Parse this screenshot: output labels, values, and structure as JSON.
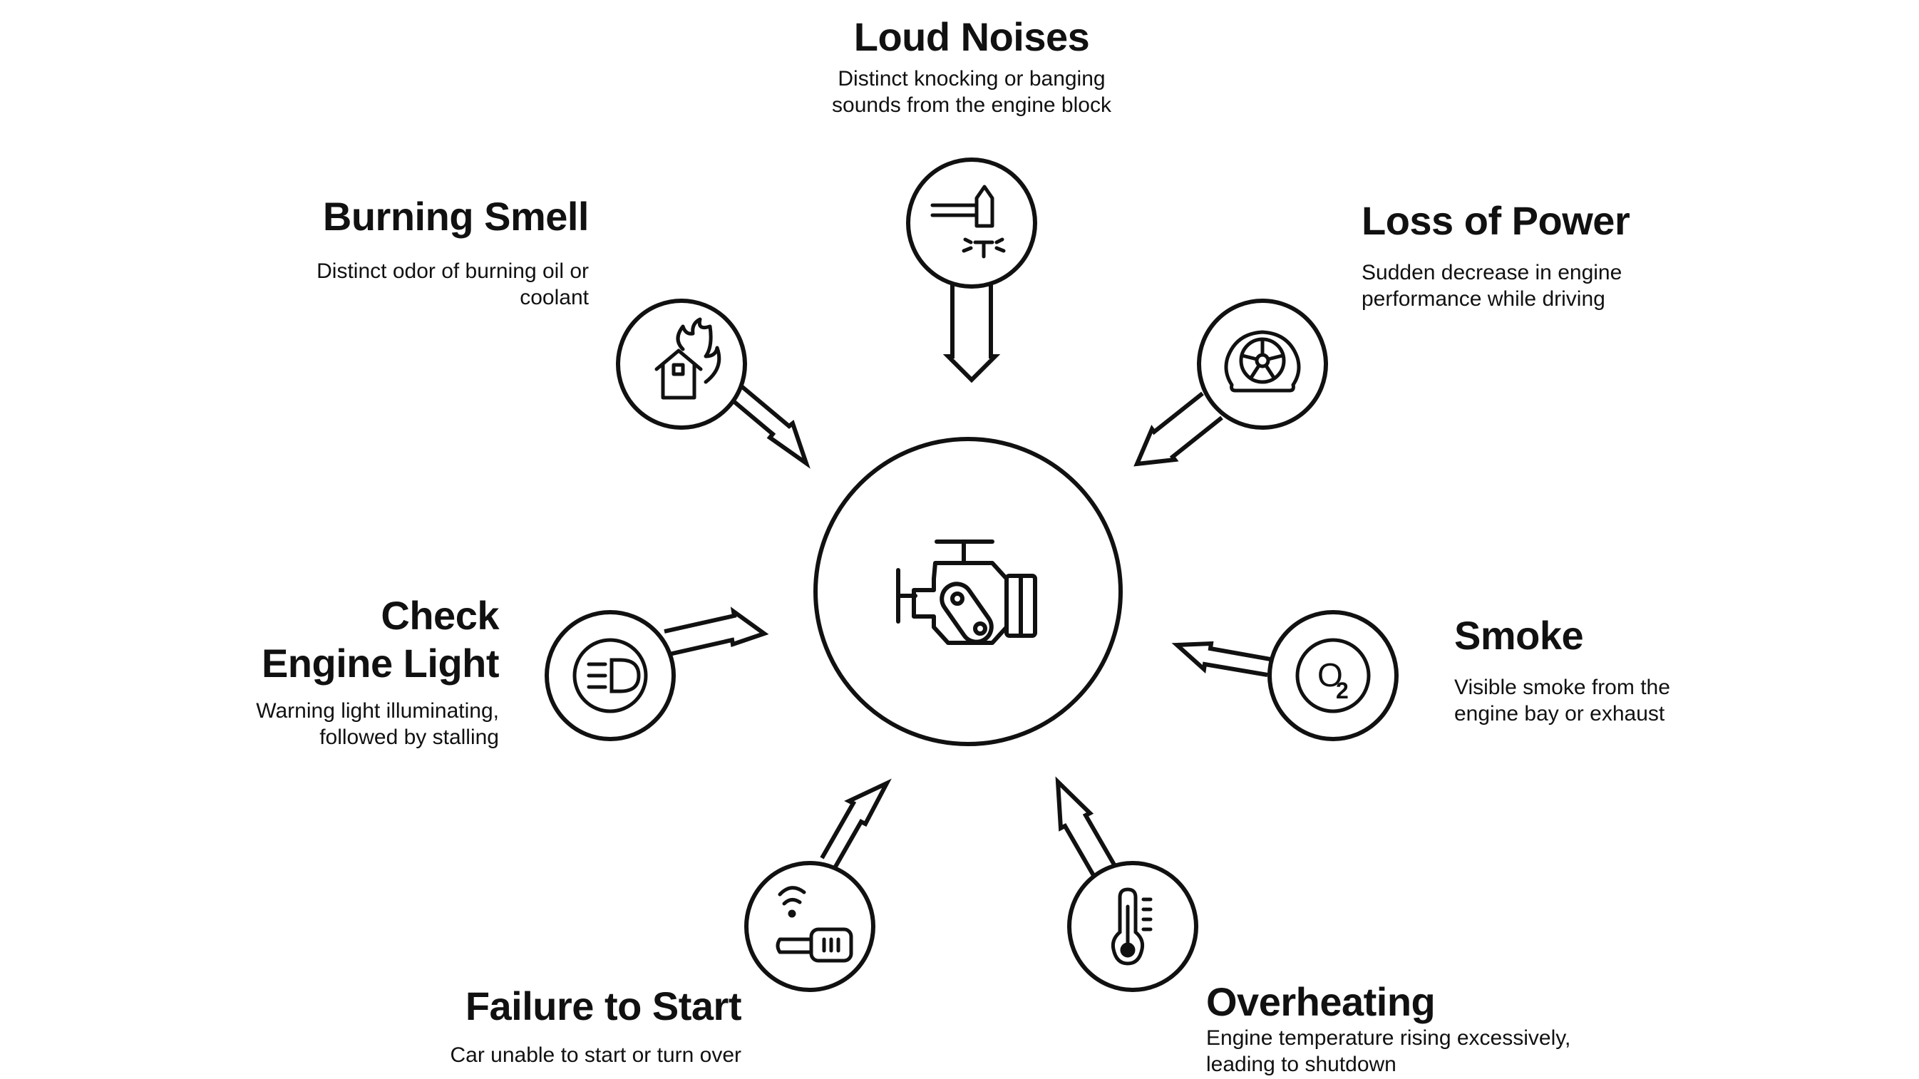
{
  "center": {
    "icon": "engine-icon"
  },
  "symptoms": [
    {
      "id": "loud-noises",
      "title": "Loud Noises",
      "description": "Distinct knocking or banging sounds from the engine block",
      "icon": "piston-knock-icon"
    },
    {
      "id": "loss-of-power",
      "title": "Loss of Power",
      "description": "Sudden decrease in engine performance while driving",
      "icon": "flat-tire-icon"
    },
    {
      "id": "smoke",
      "title": "Smoke",
      "description": "Visible smoke from the engine bay or exhaust",
      "icon": "o2-sensor-icon"
    },
    {
      "id": "overheating",
      "title": "Overheating",
      "description": "Engine temperature rising excessively, leading to shutdown",
      "icon": "thermometer-icon"
    },
    {
      "id": "failure-to-start",
      "title": "Failure to Start",
      "description": "Car unable to start or turn over",
      "icon": "key-fob-icon"
    },
    {
      "id": "check-engine-light",
      "title": "Check Engine Light",
      "description": "Warning light illuminating, followed by stalling",
      "icon": "headlight-icon"
    },
    {
      "id": "burning-smell",
      "title": "Burning Smell",
      "description": "Distinct odor of burning oil or coolant",
      "icon": "house-fire-icon"
    }
  ],
  "display": {
    "check_title_line1": "Check",
    "check_title_line2": "Engine Light",
    "o2_text": "O",
    "o2_sub": "2",
    "stroke_color": "#111111",
    "background": "#ffffff"
  }
}
